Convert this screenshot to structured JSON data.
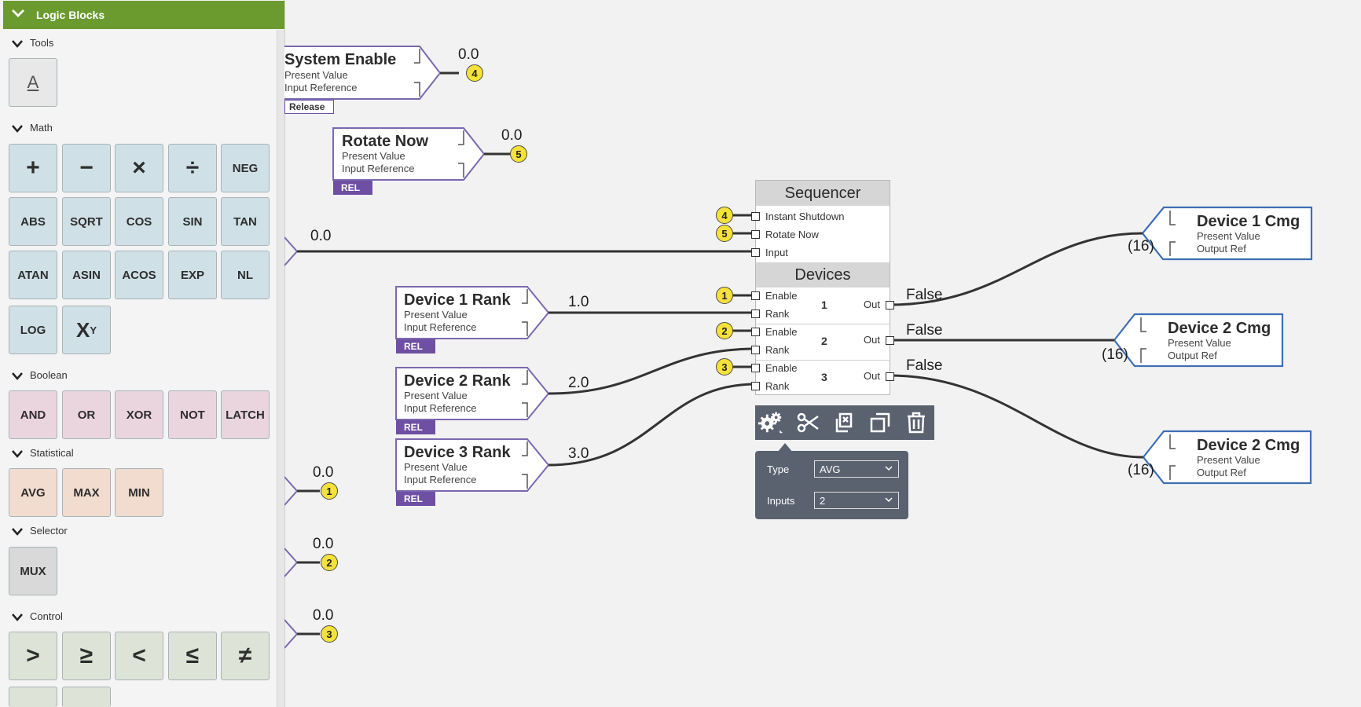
{
  "sidebar": {
    "title": "Logic Blocks",
    "sections": {
      "tools": {
        "label": "Tools",
        "items": [
          "A"
        ]
      },
      "math": {
        "label": "Math",
        "items": [
          "+",
          "−",
          "×",
          "÷",
          "NEG",
          "ABS",
          "SQRT",
          "COS",
          "SIN",
          "TAN",
          "ATAN",
          "ASIN",
          "ACOS",
          "EXP",
          "NL",
          "LOG",
          "X",
          "Y"
        ]
      },
      "boolean": {
        "label": "Boolean",
        "items": [
          "AND",
          "OR",
          "XOR",
          "NOT",
          "LATCH"
        ]
      },
      "statistical": {
        "label": "Statistical",
        "items": [
          "AVG",
          "MAX",
          "MIN"
        ]
      },
      "selector": {
        "label": "Selector",
        "items": [
          "MUX"
        ]
      },
      "control": {
        "label": "Control",
        "items": [
          ">",
          "≥",
          "<",
          "≤",
          "≠"
        ]
      }
    }
  },
  "blocks": {
    "system_enable": {
      "title": "System Enable",
      "line1": "Present Value",
      "line2": "Input Reference",
      "tag": "Release",
      "value": "0.0",
      "badge": "4"
    },
    "rotate_now": {
      "title": "Rotate Now",
      "line1": "Present Value",
      "line2": "Input Reference",
      "tag": "REL",
      "value": "0.0",
      "badge": "5"
    },
    "device1_rank": {
      "title": "Device 1 Rank",
      "line1": "Present Value",
      "line2": "Input Reference",
      "tag": "REL",
      "value": "1.0"
    },
    "device2_rank": {
      "title": "Device 2 Rank",
      "line1": "Present Value",
      "line2": "Input Reference",
      "tag": "REL",
      "value": "2.0"
    },
    "device3_rank": {
      "title": "Device 3 Rank",
      "line1": "Present Value",
      "line2": "Input Reference",
      "tag": "REL",
      "value": "3.0"
    },
    "input_wire": {
      "value": "0.0"
    },
    "left_in1": {
      "value": "0.0",
      "badge": "1"
    },
    "left_in2": {
      "value": "0.0",
      "badge": "2"
    },
    "left_in3": {
      "value": "0.0",
      "badge": "3"
    }
  },
  "sequencer": {
    "title": "Sequencer",
    "inputs": [
      "Instant Shutdown",
      "Rotate Now",
      "Input"
    ],
    "input_badges": [
      "4",
      "5"
    ],
    "devices_title": "Devices",
    "devices": [
      {
        "num": "1",
        "enable": "Enable",
        "rank": "Rank",
        "out": "Out",
        "value": "False",
        "badge": "1"
      },
      {
        "num": "2",
        "enable": "Enable",
        "rank": "Rank",
        "out": "Out",
        "value": "False",
        "badge": "2"
      },
      {
        "num": "3",
        "enable": "Enable",
        "rank": "Rank",
        "out": "Out",
        "value": "False",
        "badge": "3"
      }
    ]
  },
  "outputs": [
    {
      "title": "Device 1 Cmg",
      "line1": "Present Value",
      "line2": "Output Ref",
      "ref": "(16)"
    },
    {
      "title": "Device 2 Cmg",
      "line1": "Present Value",
      "line2": "Output Ref",
      "ref": "(16)"
    },
    {
      "title": "Device 2 Cmg",
      "line1": "Present Value",
      "line2": "Output Ref",
      "ref": "(16)"
    }
  ],
  "toolbar": {
    "icons": [
      "gear-icon",
      "scissors-icon",
      "copy-icon",
      "duplicate-icon",
      "trash-icon"
    ]
  },
  "popup": {
    "type_label": "Type",
    "type_value": "AVG",
    "inputs_label": "Inputs",
    "inputs_value": "2"
  },
  "colors": {
    "header_green": "#6b9b2f",
    "block_border": "#7b68b0",
    "output_border": "#3d6fb3",
    "badge_yellow": "#f5e13b",
    "toolbar": "#5a6270"
  }
}
